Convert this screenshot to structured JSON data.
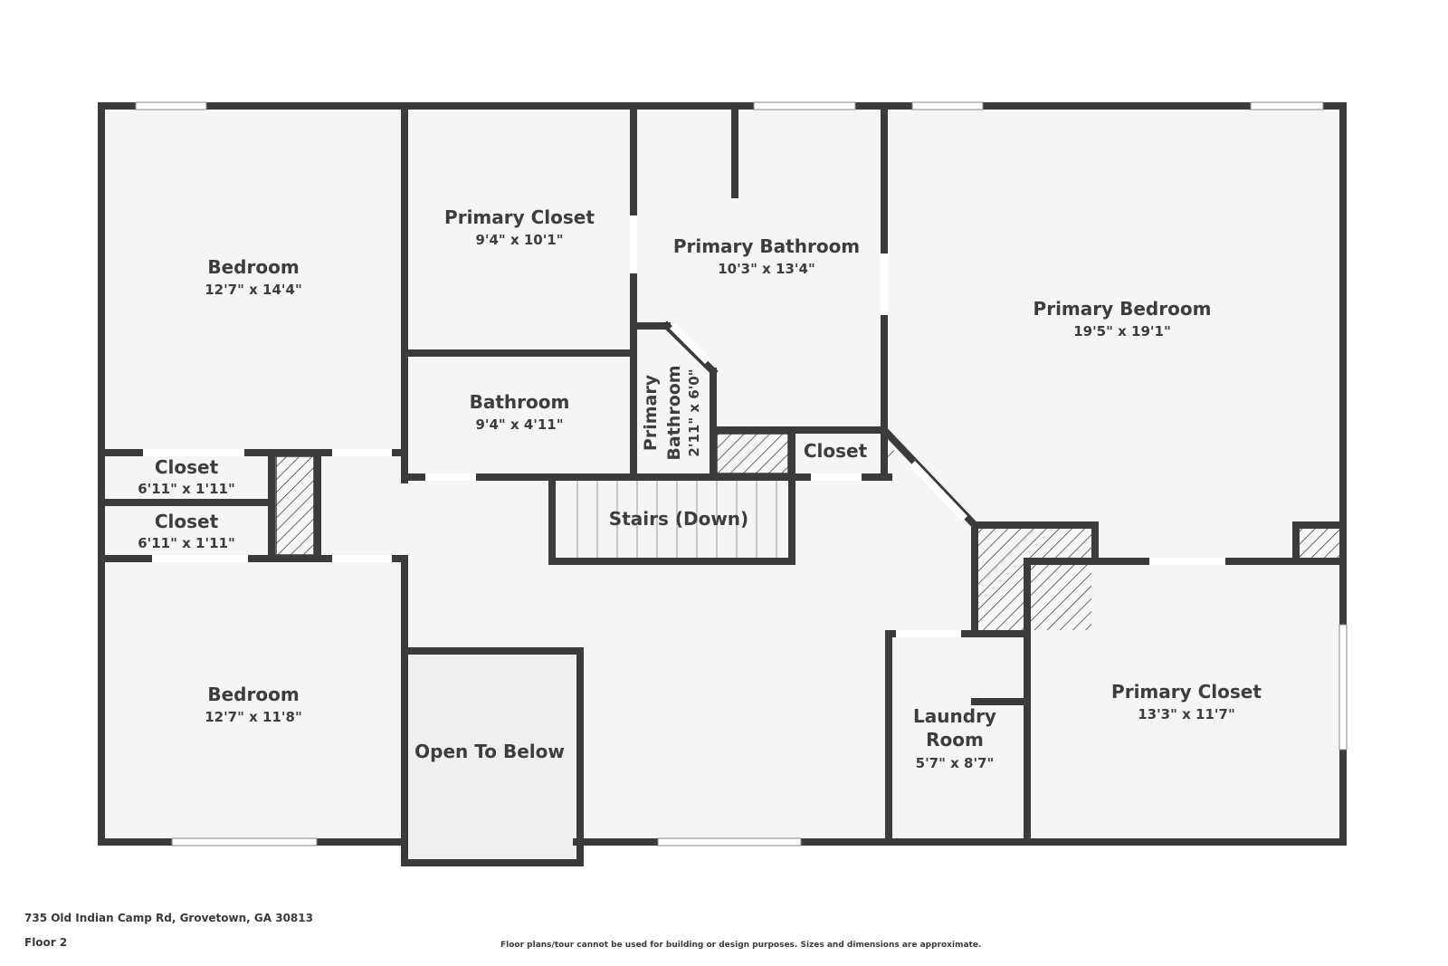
{
  "rooms": {
    "bedroom_nw": {
      "name": "Bedroom",
      "dim": "12'7\" x 14'4\""
    },
    "primary_closet_n": {
      "name": "Primary Closet",
      "dim": "9'4\" x 10'1\""
    },
    "primary_bathroom": {
      "name": "Primary Bathroom",
      "dim": "10'3\" x 13'4\""
    },
    "primary_bedroom": {
      "name": "Primary Bedroom",
      "dim": "19'5\" x 19'1\""
    },
    "bathroom": {
      "name": "Bathroom",
      "dim": "9'4\" x 4'11\""
    },
    "primary_bathroom_small": {
      "name1": "Primary",
      "name2": "Bathroom",
      "dim": "2'11\" x 6'0\""
    },
    "closet_top": {
      "name": "Closet",
      "dim": "6'11\" x 1'11\""
    },
    "closet_bottom": {
      "name": "Closet",
      "dim": "6'11\" x 1'11\""
    },
    "closet_small": {
      "name": "Closet"
    },
    "stairs": {
      "name": "Stairs (Down)"
    },
    "bedroom_sw": {
      "name": "Bedroom",
      "dim": "12'7\" x 11'8\""
    },
    "open_to_below": {
      "name": "Open To Below"
    },
    "laundry": {
      "name1": "Laundry",
      "name2": "Room",
      "dim": "5'7\" x 8'7\""
    },
    "primary_closet_se": {
      "name": "Primary Closet",
      "dim": "13'3\" x 11'7\""
    }
  },
  "footer": {
    "address": "735 Old Indian Camp Rd, Grovetown, GA 30813",
    "floor": "Floor 2",
    "disclaimer": "Floor plans/tour cannot be used for building or design purposes. Sizes and dimensions are approximate."
  },
  "colors": {
    "wall": "#3b3b3b",
    "floor": "#f5f5f5",
    "open_area": "#efefef"
  }
}
